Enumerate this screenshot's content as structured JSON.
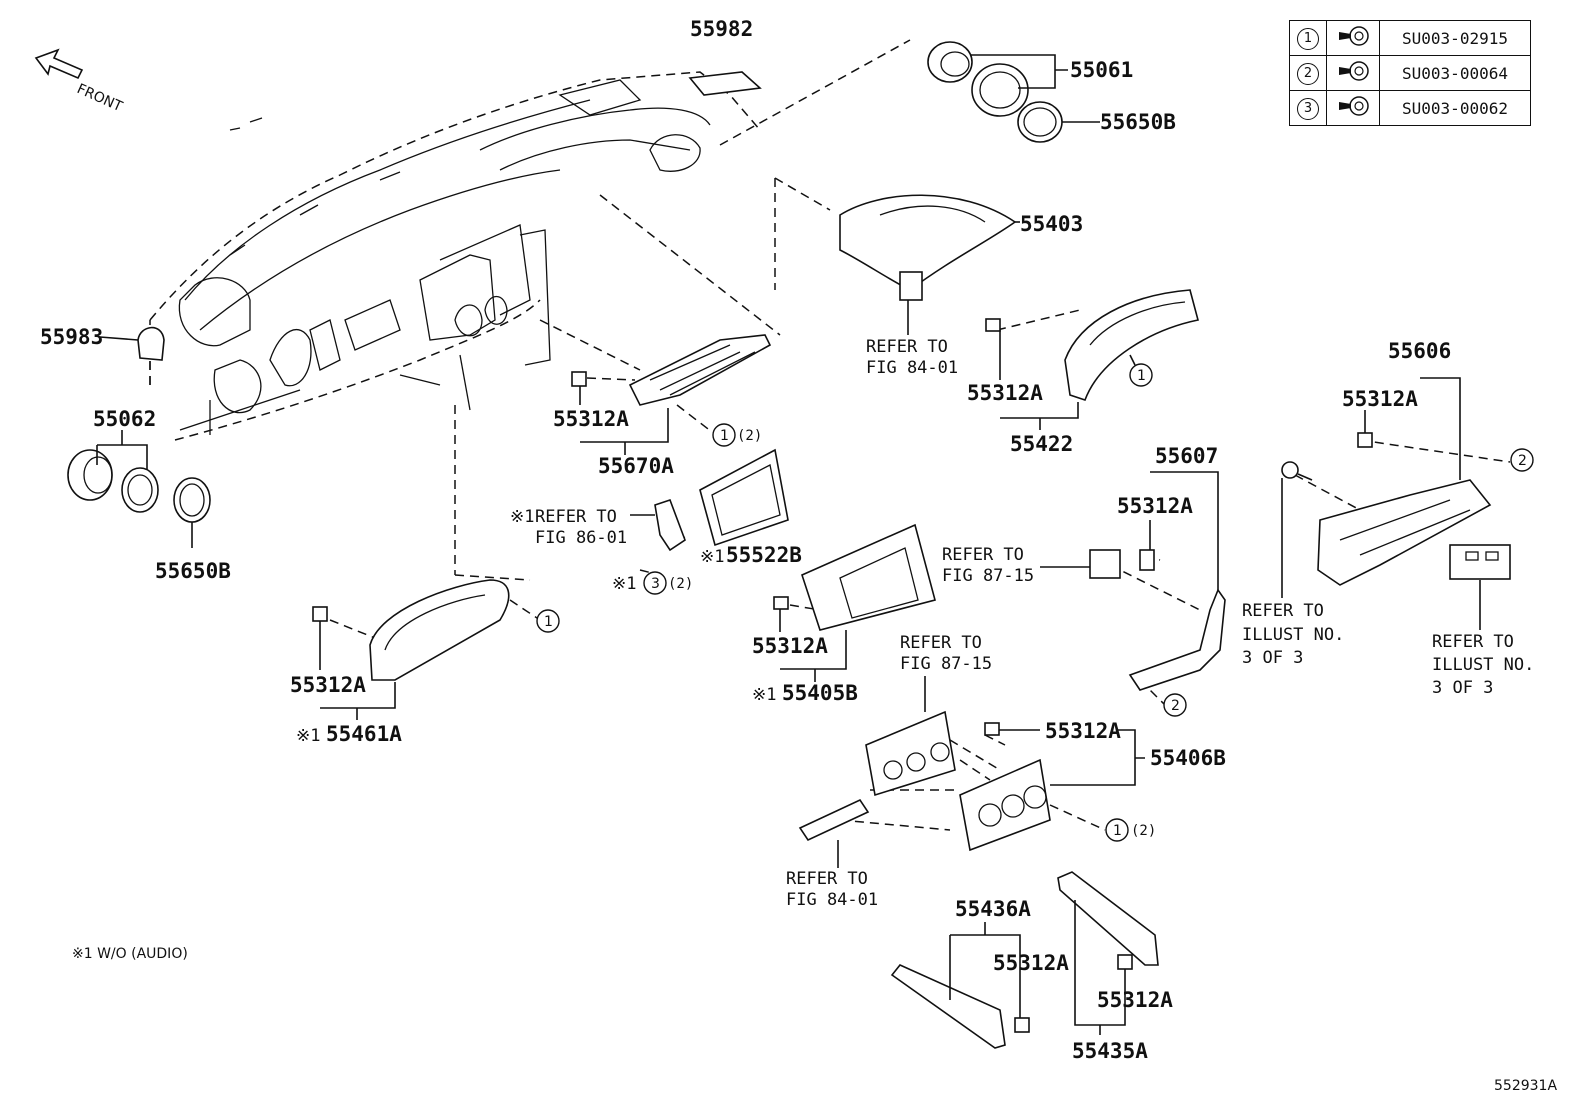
{
  "front_label": "FRONT",
  "parts": {
    "p55982": "55982",
    "p55061": "55061",
    "p55650B_top": "55650B",
    "p55403": "55403",
    "p55983": "55983",
    "p55062": "55062",
    "p55650B_left": "55650B",
    "p55312A_670": "55312A",
    "p55670A": "55670A",
    "p55312A_422": "55312A",
    "p55422": "55422",
    "p55606": "55606",
    "p55312A_606": "55312A",
    "p55607": "55607",
    "p55312A_607": "55312A",
    "p55522B": "55522B",
    "p55312A_405": "55312A",
    "p55405B": "55405B",
    "p55312A_461": "55312A",
    "p55461A": "55461A",
    "p55312A_406": "55312A",
    "p55406B": "55406B",
    "p55436A": "55436A",
    "p55312A_436": "55312A",
    "p55312A_435": "55312A",
    "p55435A": "55435A"
  },
  "refs": {
    "fig8401_a_1": "REFER TO",
    "fig8401_a_2": "FIG 84-01",
    "fig8601_1": "REFER TO",
    "fig8601_2": "FIG 86-01",
    "fig8715_a_1": "REFER TO",
    "fig8715_a_2": "FIG 87-15",
    "fig8715_b_1": "REFER TO",
    "fig8715_b_2": "FIG 87-15",
    "fig8401_b_1": "REFER TO",
    "fig8401_b_2": "FIG 84-01",
    "illust_a_1": "REFER TO",
    "illust_a_2": "ILLUST NO.",
    "illust_a_3": "3 OF 3",
    "illust_b_1": "REFER TO",
    "illust_b_2": "ILLUST NO.",
    "illust_b_3": "3 OF 3"
  },
  "marks": {
    "note_mark": "※1",
    "circle_1": "1",
    "circle_2": "2",
    "circle_3": "3",
    "qty_2": "(2)"
  },
  "fastener_table": [
    {
      "num": "1",
      "icon": "screw-icon",
      "code": "SU003-02915"
    },
    {
      "num": "2",
      "icon": "screw-icon",
      "code": "SU003-00064"
    },
    {
      "num": "3",
      "icon": "screw-icon",
      "code": "SU003-00062"
    }
  ],
  "footnote": "※1  W/O (AUDIO)",
  "illustration_id": "552931A"
}
